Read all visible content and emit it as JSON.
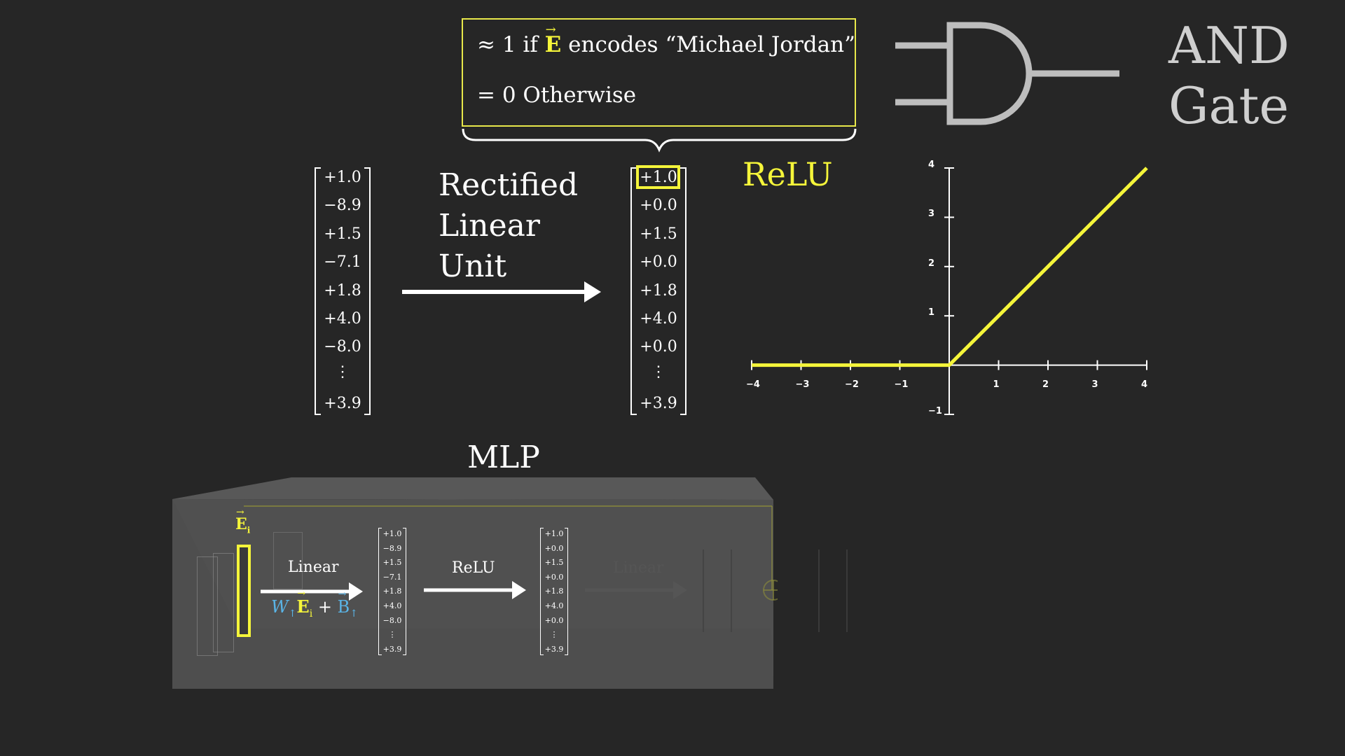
{
  "condition": {
    "line1_prefix": "≈ 1 if",
    "vector_symbol": "E",
    "line1_suffix": "encodes “Michael Jordan”",
    "line2": "= 0 Otherwise"
  },
  "gate_label": {
    "line1": "AND",
    "line2": "Gate"
  },
  "input_vector": [
    "+1.0",
    "−8.9",
    "+1.5",
    "−7.1",
    "+1.8",
    "+4.0",
    "−8.0",
    "+3.9"
  ],
  "output_vector": [
    "+1.0",
    "+0.0",
    "+1.5",
    "+0.0",
    "+1.8",
    "+4.0",
    "+0.0",
    "+3.9"
  ],
  "rectified_text": {
    "line1": "Rectified",
    "line2": "Linear",
    "line3": "Unit"
  },
  "relu_title": "ReLU",
  "chart_data": {
    "type": "line",
    "title": "ReLU",
    "xlim": [
      -4,
      4
    ],
    "ylim": [
      -1,
      4
    ],
    "x_ticks": [
      "−4",
      "−3",
      "−2",
      "−1",
      "1",
      "2",
      "3",
      "4"
    ],
    "y_ticks": [
      "4",
      "3",
      "2",
      "1",
      "−1"
    ],
    "series": [
      {
        "x": [
          -4,
          -3,
          -2,
          -1,
          0,
          1,
          2,
          3,
          4
        ],
        "y": [
          0,
          0,
          0,
          0,
          0,
          1,
          2,
          3,
          4
        ],
        "color": "#f5f53a"
      }
    ]
  },
  "mlp": {
    "title": "MLP",
    "linear_label": "Linear",
    "relu_label": "ReLU",
    "linear_faded_label": "Linear",
    "formula": {
      "w": "W",
      "e": "E",
      "plus": "+",
      "b": "B",
      "sub": "↑"
    },
    "ei_label": "E",
    "hidden_vector": [
      "+1.0",
      "−8.9",
      "+1.5",
      "−7.1",
      "+1.8",
      "+4.0",
      "−8.0",
      "+3.9"
    ],
    "relu_vector": [
      "+1.0",
      "+0.0",
      "+1.5",
      "+0.0",
      "+1.8",
      "+4.0",
      "+0.0",
      "+3.9"
    ]
  },
  "colors": {
    "background": "#262626",
    "accent_yellow": "#f5f53a",
    "formula_blue": "#5ab4e6",
    "gate_gray": "#bdbdbd"
  }
}
